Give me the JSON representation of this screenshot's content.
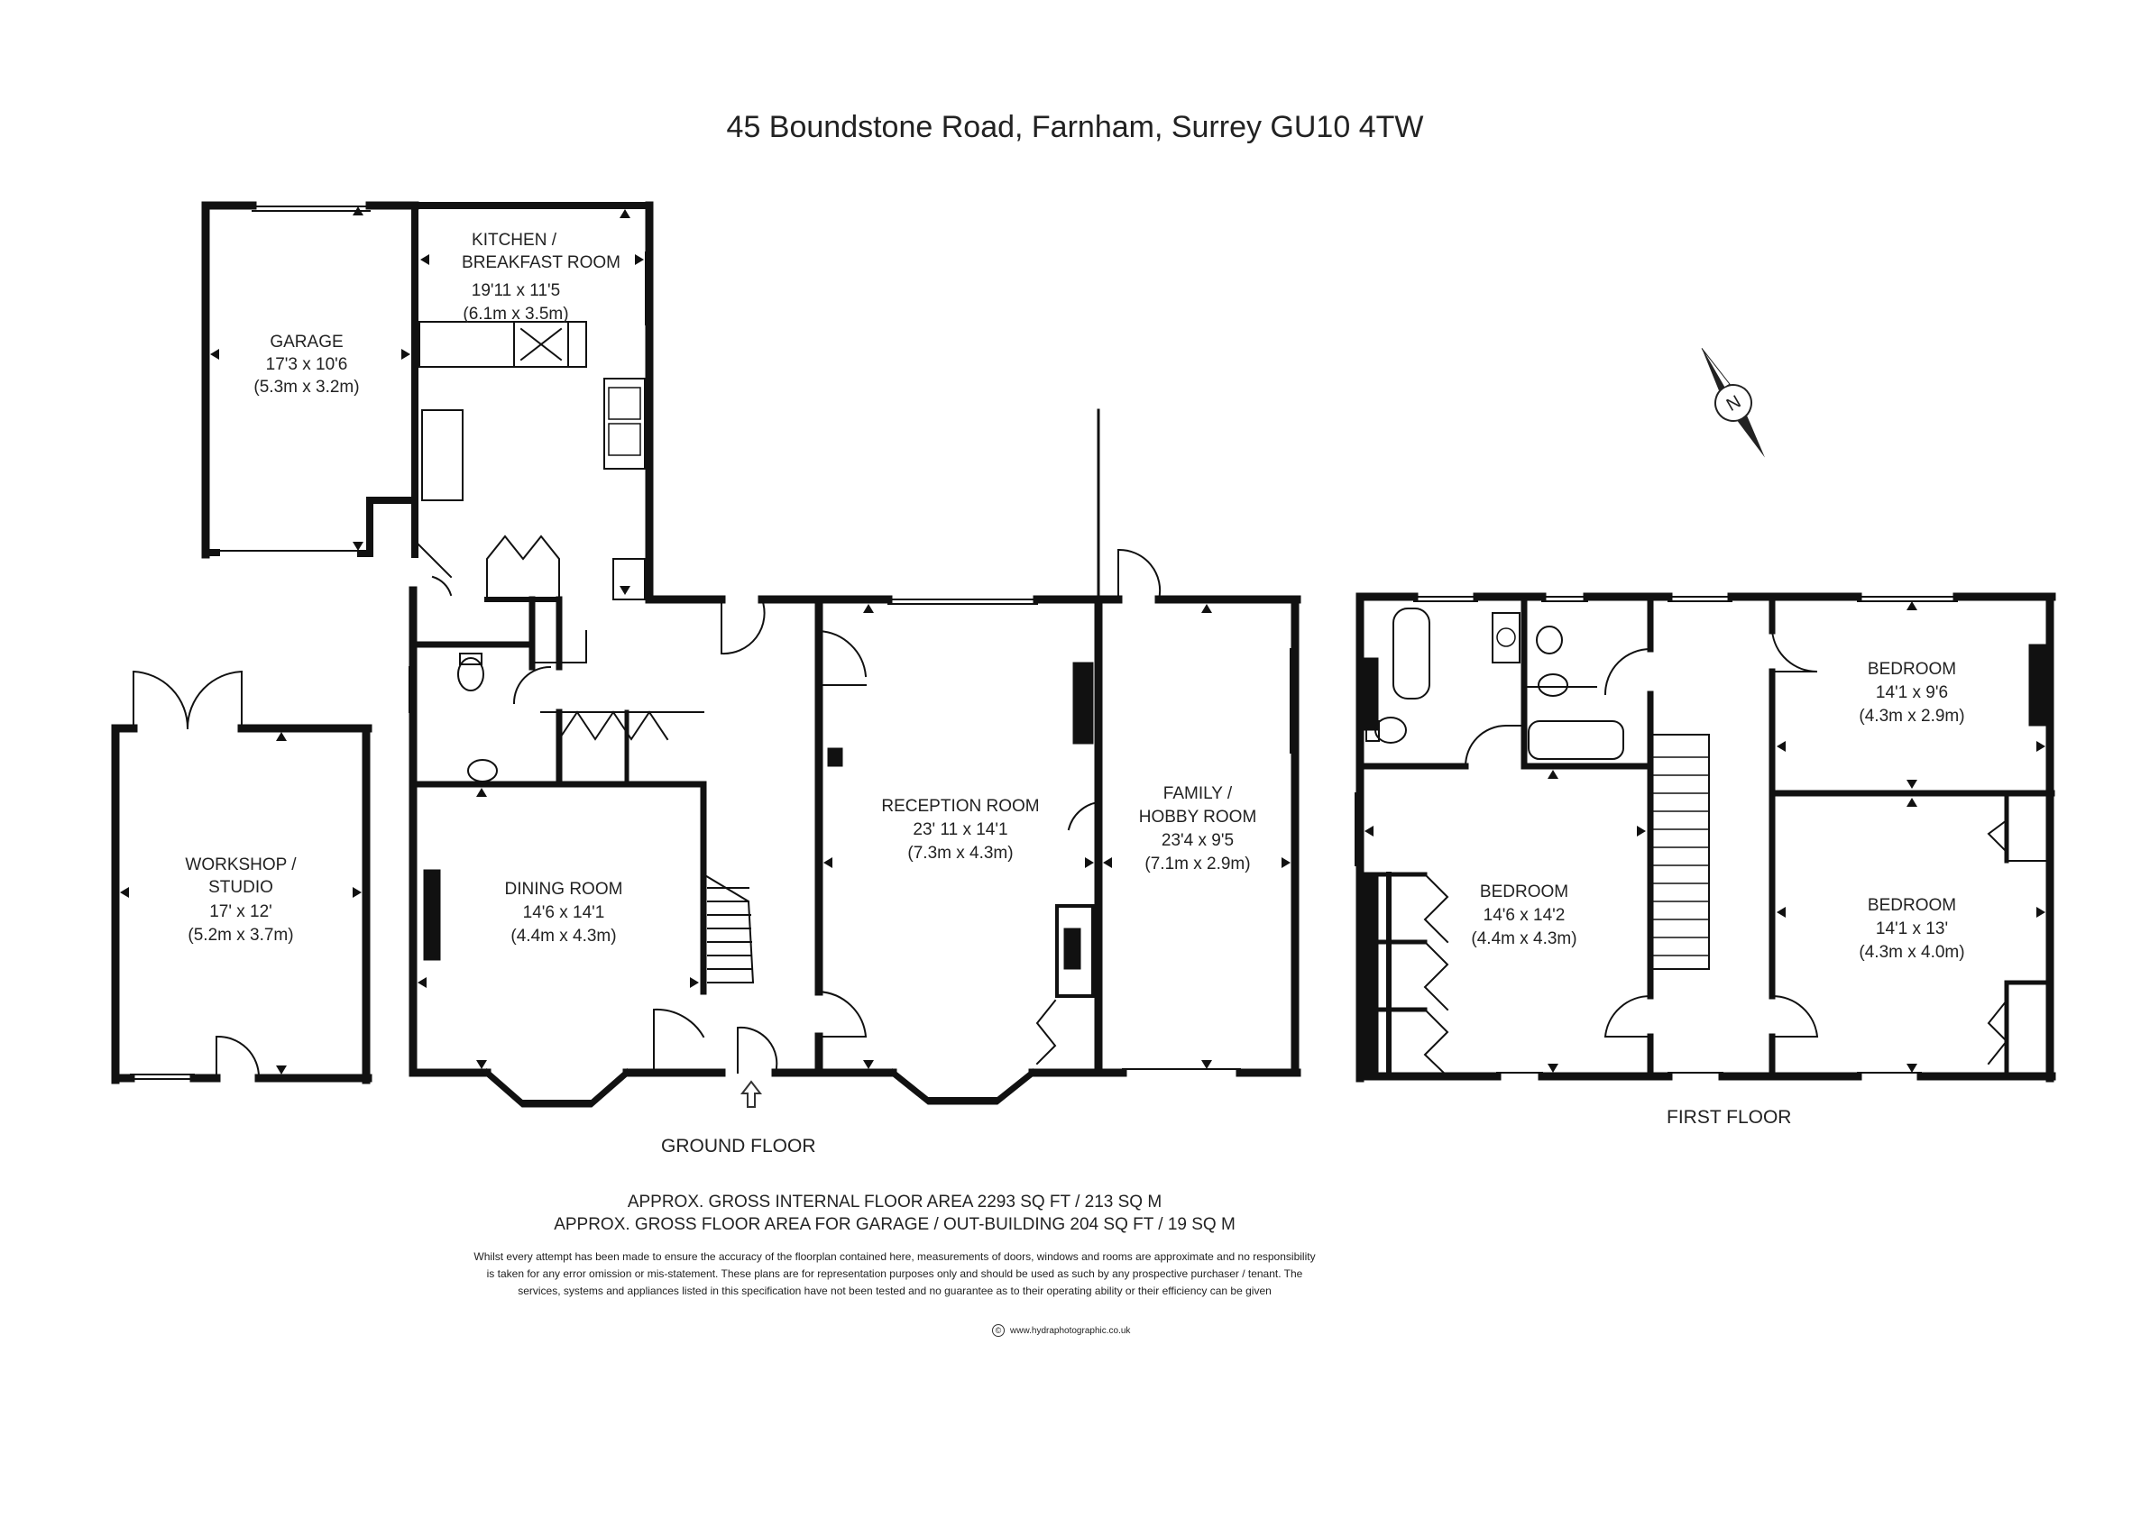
{
  "title": "45 Boundstone Road, Farnham, Surrey GU10 4TW",
  "floors": {
    "ground": "GROUND FLOOR",
    "first": "FIRST FLOOR"
  },
  "rooms": [
    {
      "id": "garage",
      "name": "GARAGE",
      "size_imperial": "17'3 x 10'6",
      "size_metric": "(5.3m x 3.2m)"
    },
    {
      "id": "kitchen",
      "name_line1": "KITCHEN /",
      "name_line2": "BREAKFAST ROOM",
      "size_imperial": "19'11 x 11'5",
      "size_metric": "(6.1m x 3.5m)"
    },
    {
      "id": "workshop",
      "name_line1": "WORKSHOP /",
      "name_line2": "STUDIO",
      "size_imperial": "17' x 12'",
      "size_metric": "(5.2m x 3.7m)"
    },
    {
      "id": "dining",
      "name": "DINING ROOM",
      "size_imperial": "14'6 x 14'1",
      "size_metric": "(4.4m x 4.3m)"
    },
    {
      "id": "reception",
      "name": "RECEPTION ROOM",
      "size_imperial": "23' 11 x 14'1",
      "size_metric": "(7.3m x 4.3m)"
    },
    {
      "id": "family",
      "name_line1": "FAMILY /",
      "name_line2": "HOBBY ROOM",
      "size_imperial": "23'4 x 9'5",
      "size_metric": "(7.1m x 2.9m)"
    },
    {
      "id": "bedroom1",
      "name": "BEDROOM",
      "size_imperial": "14'6 x 14'2",
      "size_metric": "(4.4m x 4.3m)"
    },
    {
      "id": "bedroom2",
      "name": "BEDROOM",
      "size_imperial": "14'1 x 9'6",
      "size_metric": "(4.3m x 2.9m)"
    },
    {
      "id": "bedroom3",
      "name": "BEDROOM",
      "size_imperial": "14'1 x 13'",
      "size_metric": "(4.3m x 4.0m)"
    }
  ],
  "compass": {
    "label": "N"
  },
  "areas": {
    "line1": "APPROX. GROSS INTERNAL FLOOR AREA 2293 SQ FT / 213 SQ M",
    "line2": "APPROX. GROSS FLOOR AREA FOR GARAGE / OUT-BUILDING  204 SQ FT / 19 SQ M"
  },
  "disclaimer": {
    "line1": "Whilst every attempt has been made to ensure the accuracy of the floorplan contained here, measurements of doors, windows and rooms are approximate and no responsibility",
    "line2": "is taken for any error omission or mis-statement. These plans are for representation purposes only and should  be used as such by any prospective purchaser / tenant. The",
    "line3": "services, systems and appliances listed in this specification have not been tested and no guarantee as to their operating ability or their efficiency can be given"
  },
  "credit": "www.hydraphotographic.co.uk",
  "colors": {
    "wall": "#111111",
    "line": "#333333",
    "background": "#ffffff"
  }
}
